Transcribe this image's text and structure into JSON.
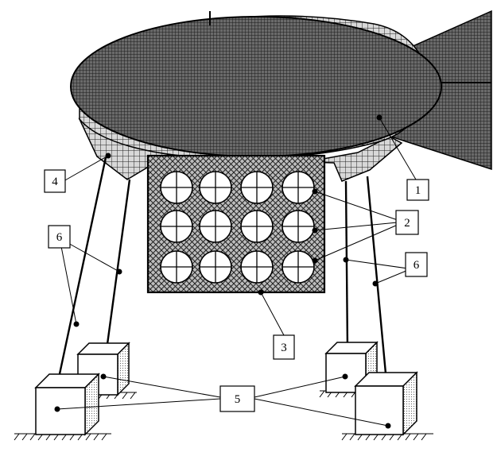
{
  "callouts": {
    "c1": "1",
    "c2": "2",
    "c3": "3",
    "c4": "4",
    "c5": "5",
    "c6_left": "6",
    "c6_right": "6"
  },
  "colors": {
    "ink": "#000000",
    "paper": "#ffffff",
    "hull_fill": "#5a5a5a"
  }
}
